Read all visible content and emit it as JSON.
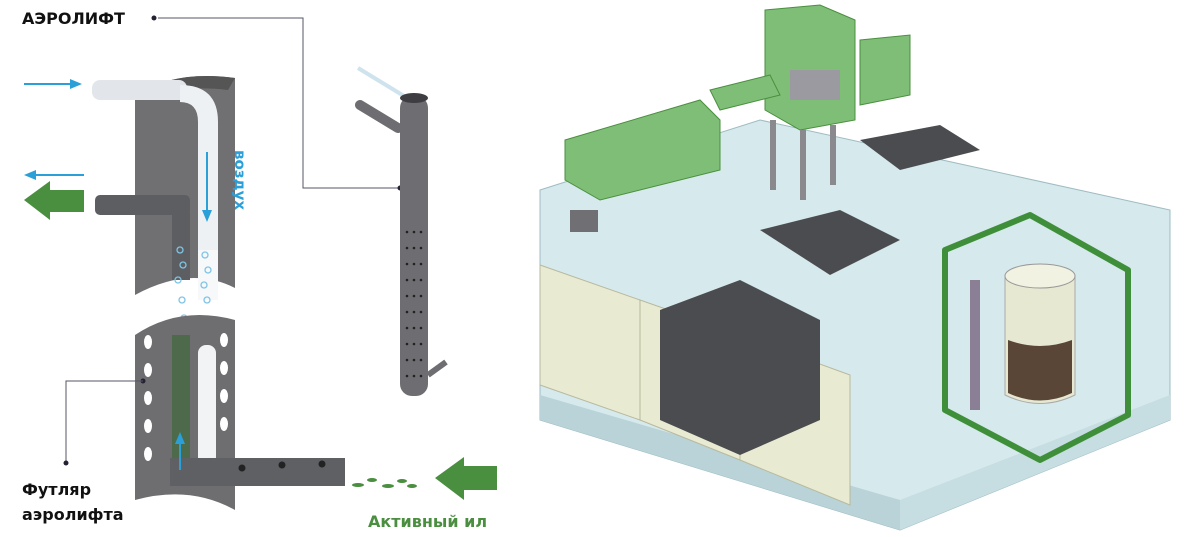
{
  "labels": {
    "aerolift": "АЭРОЛИФТ",
    "air": "воздух",
    "casing_line1": "Футляр",
    "casing_line2": "аэролифта",
    "activated_sludge": "Активный ил"
  },
  "colors": {
    "green": "#4a8f3f",
    "blue": "#2a9fd8",
    "pipe_gray": "#6e6e70",
    "highlight_frame": "#3f8f3a",
    "tank_glass": "#cfe6ea"
  }
}
